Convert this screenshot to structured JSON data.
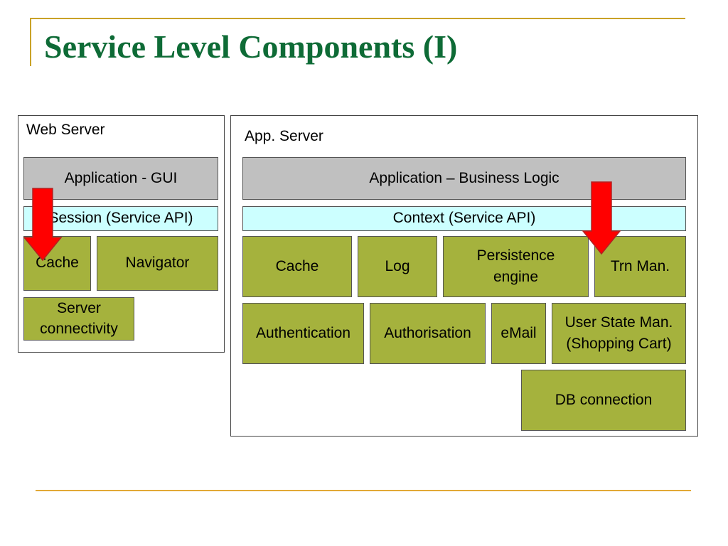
{
  "slide": {
    "title": "Service Level Components (I)"
  },
  "colors": {
    "title": "#0e6b36",
    "accent_line": "#c9a227",
    "footer_line": "#e2a936",
    "layer_gray": "#c0c0c0",
    "api_cyan": "#ccffff",
    "component_olive": "#a5b23d",
    "arrow_red": "#ff0000"
  },
  "web_server": {
    "label": "Web Server",
    "app_gui": "Application - GUI",
    "session_api": "Session (Service API)",
    "cache": "Cache",
    "navigator": "Navigator",
    "server_connectivity": "Server\nconnectivity"
  },
  "app_server": {
    "label": "App. Server",
    "business_logic": "Application – Business Logic",
    "context_api": "Context (Service API)",
    "cache": "Cache",
    "log": "Log",
    "persistence_engine": "Persistence\nengine",
    "trn_man": "Trn Man.",
    "authentication": "Authentication",
    "authorisation": "Authorisation",
    "email": "eMail",
    "user_state_man": "User State Man.\n(Shopping Cart)",
    "db_connection": "DB connection"
  },
  "arrows": [
    {
      "name": "web-server-arrow-icon",
      "direction": "down"
    },
    {
      "name": "app-server-arrow-icon",
      "direction": "down"
    }
  ]
}
